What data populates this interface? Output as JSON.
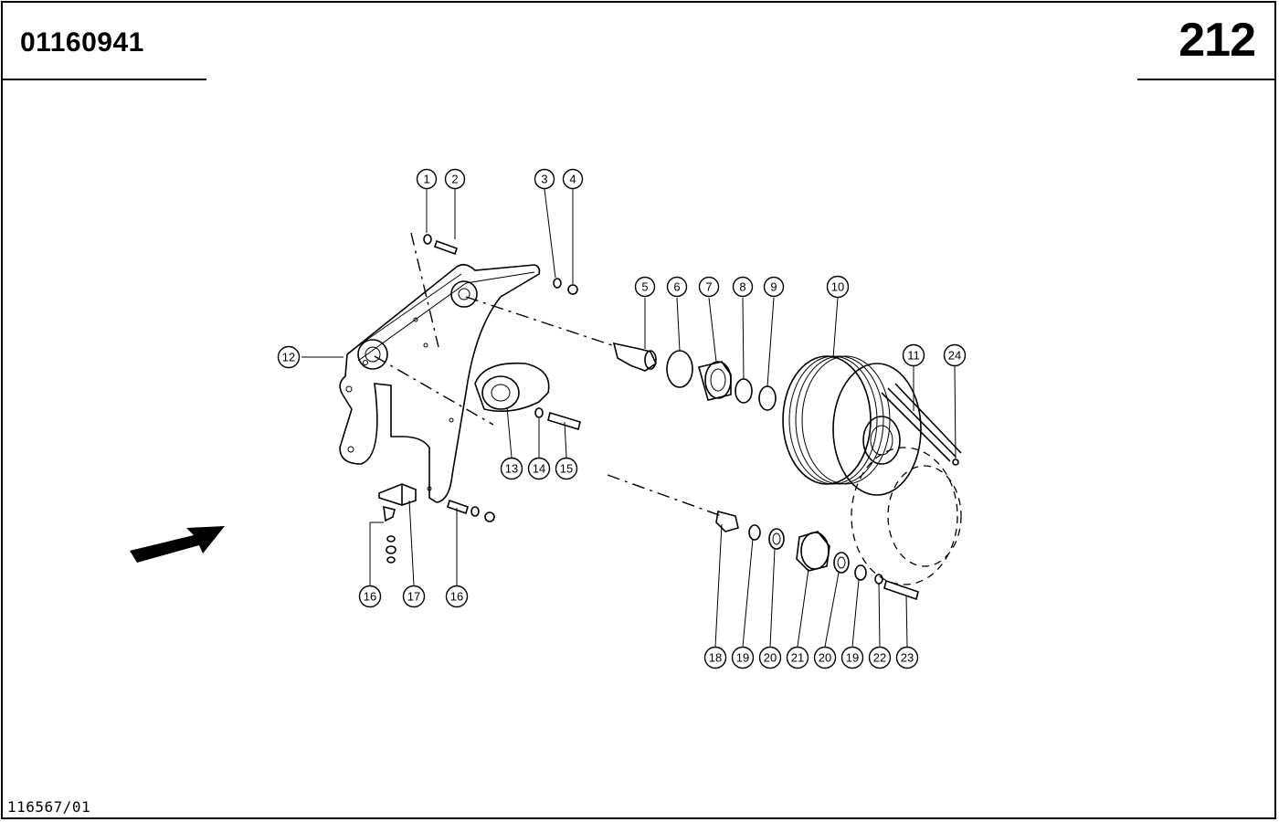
{
  "header": {
    "part_number": "01160941",
    "page_number": "212"
  },
  "footer": {
    "document_ref": "116567/01"
  },
  "callouts": [
    "1",
    "2",
    "3",
    "4",
    "5",
    "6",
    "7",
    "8",
    "9",
    "10",
    "11",
    "24",
    "12",
    "13",
    "14",
    "15",
    "16",
    "17",
    "16",
    "18",
    "19",
    "20",
    "21",
    "20",
    "19",
    "22",
    "23"
  ],
  "icons": {
    "direction_arrow": "arrow-icon"
  }
}
